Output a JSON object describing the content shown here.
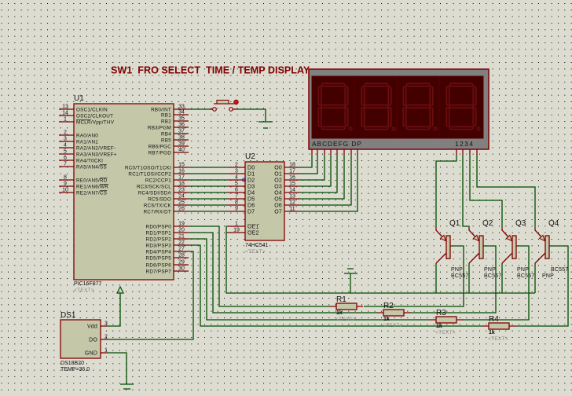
{
  "title_text": "SW1  FRO SELECT  TIME / TEMP DISPLAY",
  "colors": {
    "background": "#dcdcd0",
    "wire": "#004d00",
    "pin": "#800000",
    "component_fill": "#c5c7a9",
    "title": "#800000",
    "display_bezel": "#808080",
    "display_face": "#420000"
  },
  "u1": {
    "ref": "U1",
    "part": "PIC16F877",
    "text": "<TEXT>",
    "left_pins": [
      {
        "num": "13",
        "name": "OSC1/CLKIN"
      },
      {
        "num": "14",
        "name": "OSC2/CLKOUT"
      },
      {
        "num": "1",
        "name": "MCLR/Vpp/THV",
        "bar": "MCLR"
      },
      {
        "num": "2",
        "name": "RA0/AN0"
      },
      {
        "num": "3",
        "name": "RA1/AN1"
      },
      {
        "num": "4",
        "name": "RA2/AN2/VREF-"
      },
      {
        "num": "5",
        "name": "RA3/AN3/VREF+"
      },
      {
        "num": "6",
        "name": "RA4/T0CKI"
      },
      {
        "num": "7",
        "name": "RA5/AN4/SS",
        "bar": "SS"
      },
      {
        "num": "8",
        "name": "RE0/AN5/RD",
        "bar": "RD"
      },
      {
        "num": "9",
        "name": "RE1/AN6/WR",
        "bar": "WR"
      },
      {
        "num": "10",
        "name": "RE2/AN7/CS",
        "bar": "CS"
      }
    ],
    "right_pins": [
      {
        "num": "33",
        "name": "RB0/INT"
      },
      {
        "num": "34",
        "name": "RB1"
      },
      {
        "num": "35",
        "name": "RB2"
      },
      {
        "num": "36",
        "name": "RB3/PGM"
      },
      {
        "num": "37",
        "name": "RB4"
      },
      {
        "num": "38",
        "name": "RB5"
      },
      {
        "num": "39",
        "name": "RB6/PGC"
      },
      {
        "num": "40",
        "name": "RB7/PGD"
      },
      {
        "num": "15",
        "name": "RC0/T1OSO/T1CKI"
      },
      {
        "num": "16",
        "name": "RC1/T1OSI/CCP2"
      },
      {
        "num": "17",
        "name": "RC2/CCP1"
      },
      {
        "num": "18",
        "name": "RC3/SCK/SCL"
      },
      {
        "num": "23",
        "name": "RC4/SDI/SDA"
      },
      {
        "num": "24",
        "name": "RC5/SDO"
      },
      {
        "num": "25",
        "name": "RC6/TX/CK"
      },
      {
        "num": "26",
        "name": "RC7/RX/DT"
      },
      {
        "num": "19",
        "name": "RD0/PSP0"
      },
      {
        "num": "20",
        "name": "RD1/PSP1"
      },
      {
        "num": "21",
        "name": "RD2/PSP2"
      },
      {
        "num": "22",
        "name": "RD3/PSP3"
      },
      {
        "num": "27",
        "name": "RD4/PSP4"
      },
      {
        "num": "28",
        "name": "RD5/PSP5"
      },
      {
        "num": "29",
        "name": "RD6/PSP6"
      },
      {
        "num": "30",
        "name": "RD7/PSP7"
      }
    ]
  },
  "u2": {
    "ref": "U2",
    "part": "74HC541",
    "text": "<TEXT>",
    "left_pins": [
      {
        "num": "2",
        "name": "D0"
      },
      {
        "num": "3",
        "name": "D1"
      },
      {
        "num": "4",
        "name": "D2"
      },
      {
        "num": "5",
        "name": "D3"
      },
      {
        "num": "6",
        "name": "D4"
      },
      {
        "num": "7",
        "name": "D5"
      },
      {
        "num": "8",
        "name": "D6"
      },
      {
        "num": "9",
        "name": "D7"
      },
      {
        "num": "1",
        "name": "OE1",
        "bar": "OE1"
      },
      {
        "num": "19",
        "name": "OE2",
        "bar": "OE2"
      }
    ],
    "right_pins": [
      {
        "num": "18",
        "name": "O0"
      },
      {
        "num": "17",
        "name": "O1"
      },
      {
        "num": "16",
        "name": "O2"
      },
      {
        "num": "15",
        "name": "O3"
      },
      {
        "num": "14",
        "name": "O4"
      },
      {
        "num": "13",
        "name": "O5"
      },
      {
        "num": "12",
        "name": "O6"
      },
      {
        "num": "11",
        "name": "O7"
      }
    ]
  },
  "display": {
    "segment_pins_label": "ABCDEFG DP",
    "digit_pins_label": "1234"
  },
  "transistors": [
    {
      "ref": "Q1",
      "type": "PNP",
      "part": "BC557"
    },
    {
      "ref": "Q2",
      "type": "PNP",
      "part": "BC557"
    },
    {
      "ref": "Q3",
      "type": "PNP",
      "part": "BC557"
    },
    {
      "ref": "Q4",
      "type": "PNP",
      "part": "BC557"
    }
  ],
  "resistors": [
    {
      "ref": "R1",
      "value": "1k",
      "text": "<TEXT>"
    },
    {
      "ref": "R2",
      "value": "1k",
      "text": "<TEXT>"
    },
    {
      "ref": "R3",
      "value": "1k",
      "text": "<TEXT>"
    },
    {
      "ref": "R4",
      "value": "1k",
      "text": "<TEXT>"
    }
  ],
  "ds1": {
    "ref": "DS1",
    "part": "DS18B20",
    "property": "TEMP=36.0",
    "pins": [
      {
        "num": "3",
        "name": "Vdd"
      },
      {
        "num": "2",
        "name": "DO"
      },
      {
        "num": "1",
        "name": "GND"
      }
    ]
  }
}
